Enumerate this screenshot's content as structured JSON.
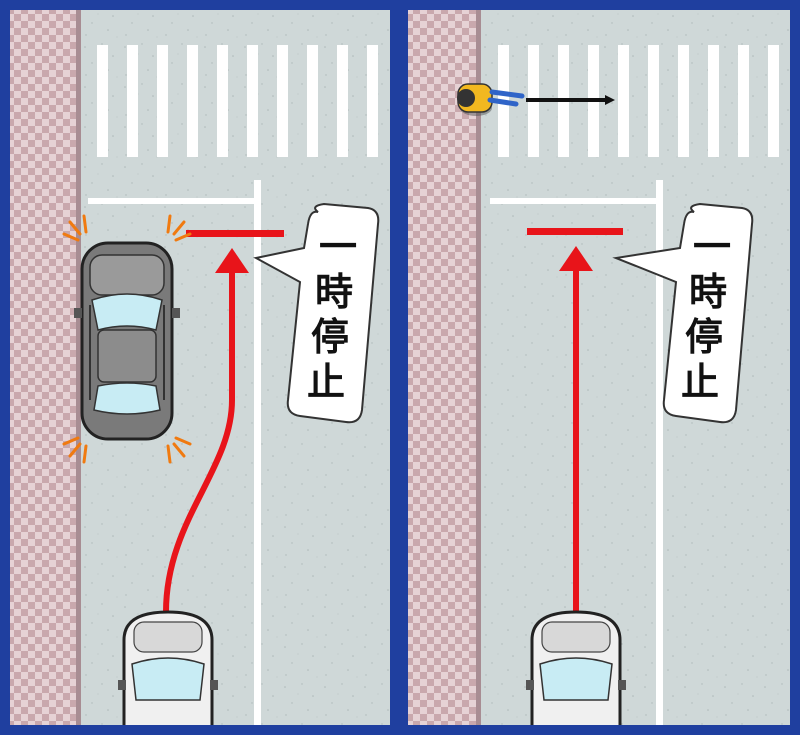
{
  "panels": [
    {
      "id": "left",
      "sign": {
        "chars": [
          "一",
          "時",
          "停",
          "止"
        ]
      },
      "parked_car": {
        "hazard_lights": true
      },
      "path": "curved"
    },
    {
      "id": "right",
      "sign": {
        "chars": [
          "一",
          "時",
          "停",
          "止"
        ]
      },
      "pedestrian": {
        "crossing_direction": "right"
      },
      "path": "straight"
    }
  ],
  "colors": {
    "border": "#1f3f9f",
    "road": "#cfd8d8",
    "sidewalk_a": "#c9a8ad",
    "sidewalk_b": "#e6d2d5",
    "curb": "#a88d93",
    "markings": "#ffffff",
    "path_arrow": "#e8141a",
    "stop_line": "#e8141a",
    "hazard": "#f07a10",
    "pedestrian_shirt": "#f2b820"
  }
}
